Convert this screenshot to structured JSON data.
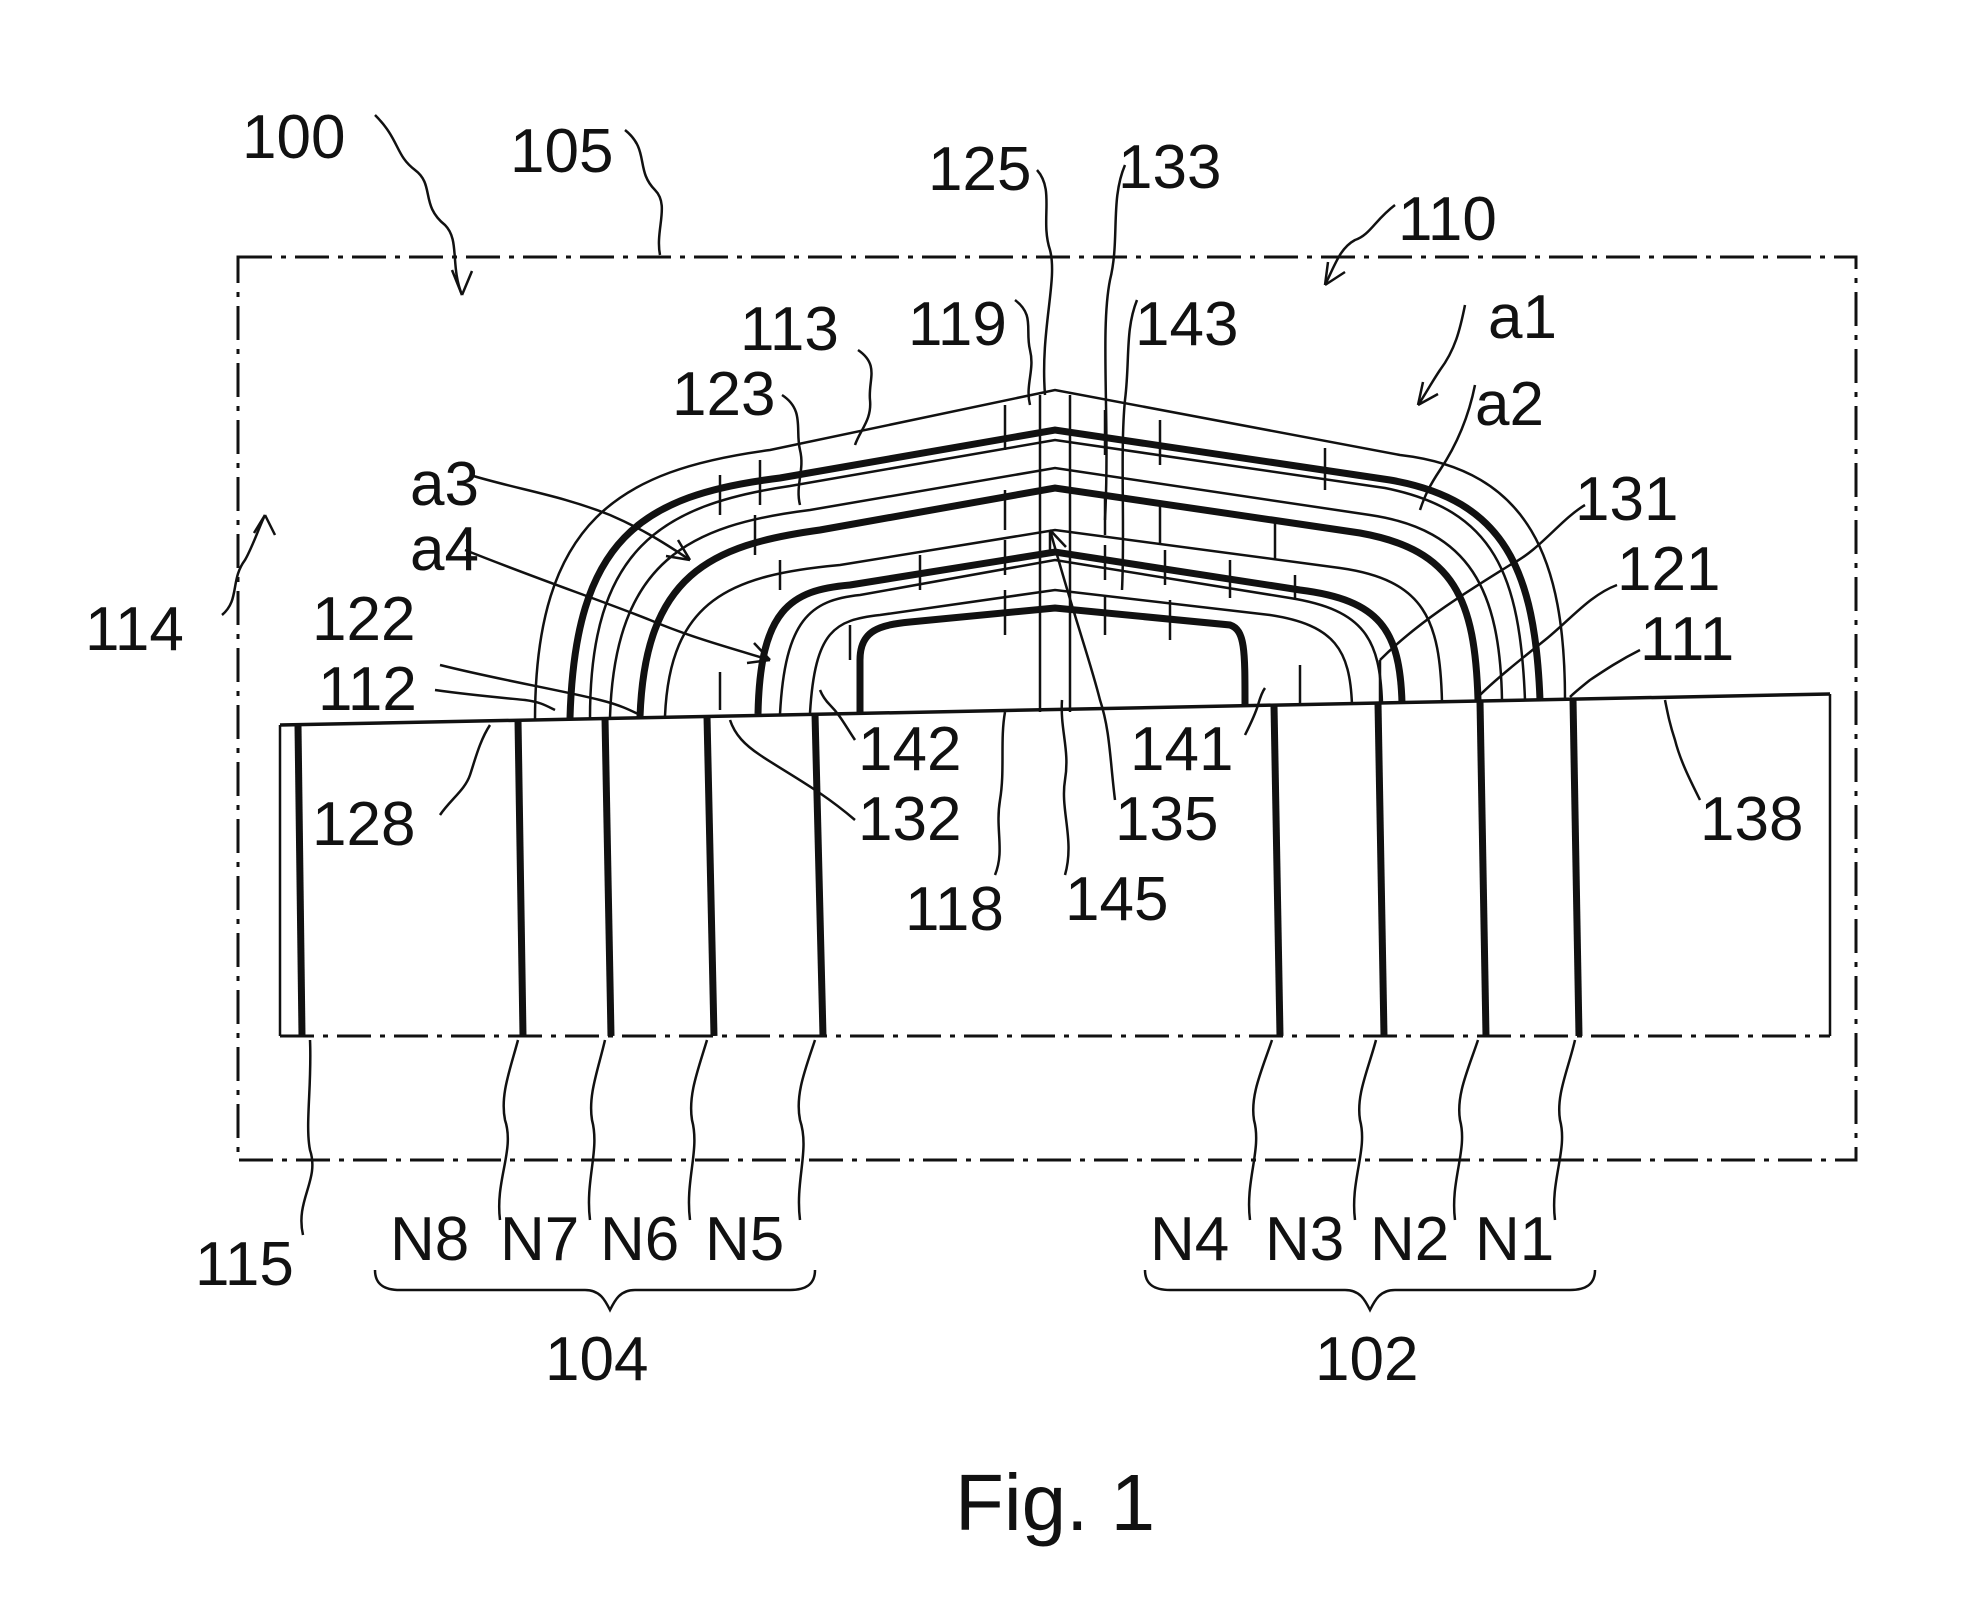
{
  "figure": {
    "caption": "Fig. 1",
    "labels": {
      "l100": "100",
      "l105": "105",
      "l110": "110",
      "l114": "114",
      "l115": "115",
      "l125": "125",
      "l133": "133",
      "l113": "113",
      "l119": "119",
      "l143": "143",
      "la1": "a1",
      "la2": "a2",
      "l123": "123",
      "la3": "a3",
      "la4": "a4",
      "l131": "131",
      "l121": "121",
      "l111": "111",
      "l122": "122",
      "l112": "112",
      "l128": "128",
      "l142": "142",
      "l132": "132",
      "l141": "141",
      "l135": "135",
      "l138": "138",
      "l118": "118",
      "l145": "145",
      "N1": "N1",
      "N2": "N2",
      "N3": "N3",
      "N4": "N4",
      "N5": "N5",
      "N6": "N6",
      "N7": "N7",
      "N8": "N8",
      "l104": "104",
      "l102": "102"
    }
  }
}
